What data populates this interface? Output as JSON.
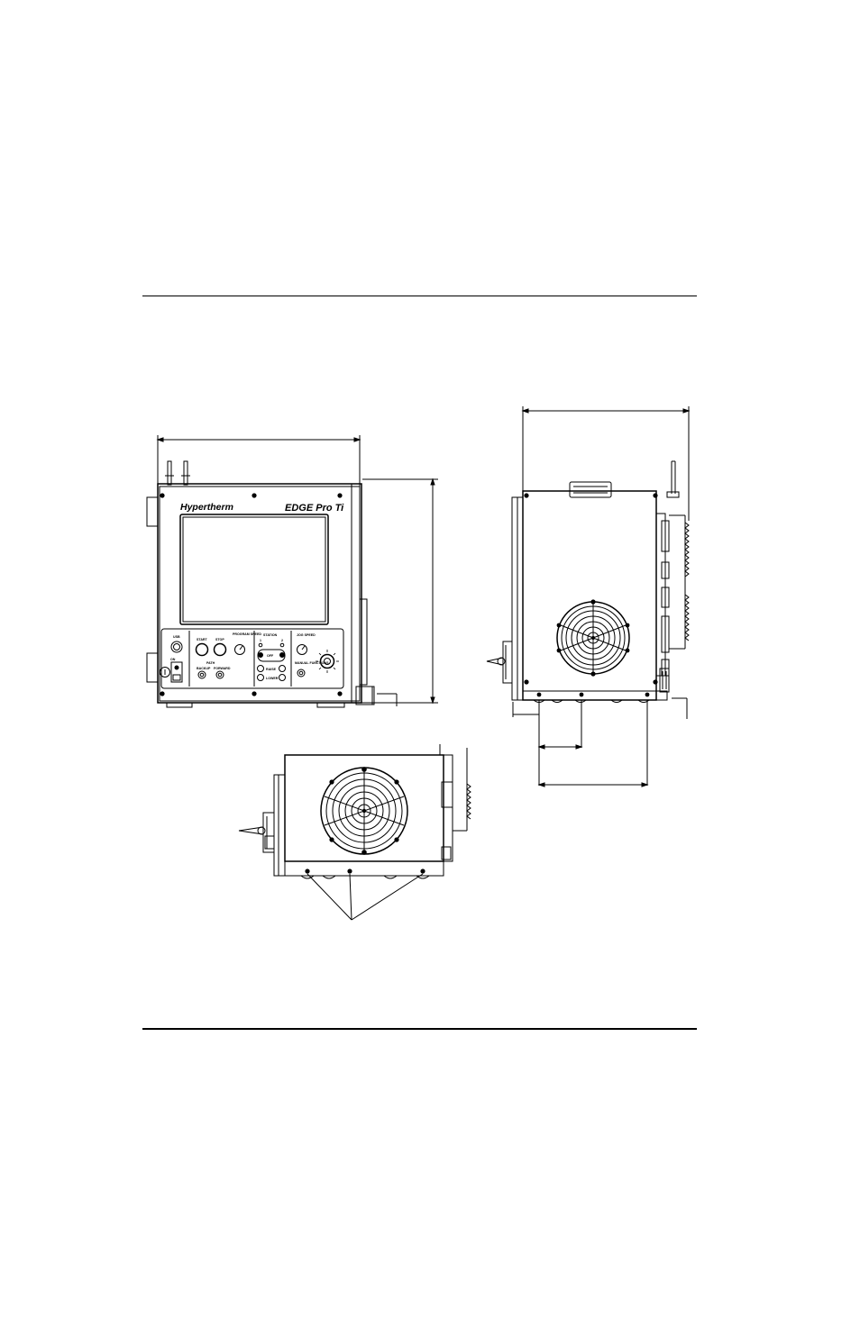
{
  "front_view": {
    "brand_text": "Hypertherm",
    "model_text": "EDGE Pro Ti",
    "panel_labels": {
      "usb": "USB",
      "start": "START",
      "stop": "STOP",
      "program_speed": "PROGRAM SPEED",
      "station": "STATION",
      "station_1": "1",
      "station_2": "2",
      "jog_speed": "JOG SPEED",
      "manual": "MANUAL",
      "path": "PATH",
      "backup": "BACKUP",
      "forward": "FORWARD",
      "raise": "RAISE",
      "lower": "LOWER",
      "on": "ON",
      "off": "OFF",
      "manual_functions": "MANUAL FUNCTIONS"
    }
  }
}
